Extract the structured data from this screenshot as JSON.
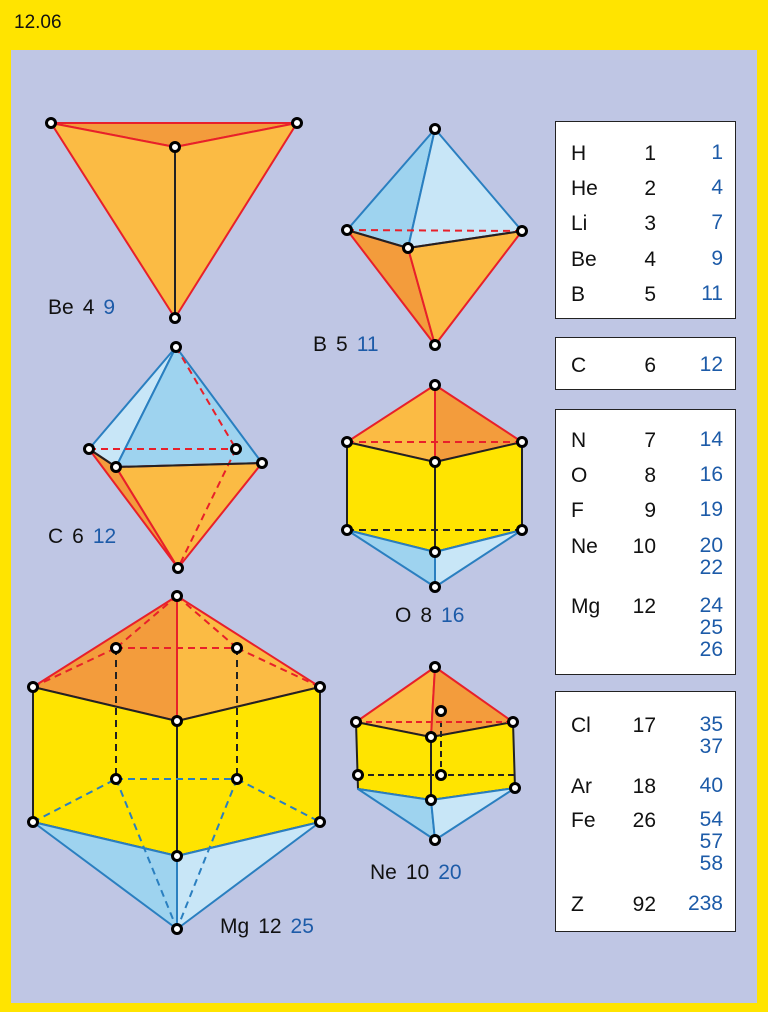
{
  "figure_number": "12.06",
  "shapes": [
    {
      "symbol": "Be",
      "z": "4",
      "mass": "9"
    },
    {
      "symbol": "B",
      "z": "5",
      "mass": "11"
    },
    {
      "symbol": "C",
      "z": "6",
      "mass": "12"
    },
    {
      "symbol": "O",
      "z": "8",
      "mass": "16"
    },
    {
      "symbol": "Mg",
      "z": "12",
      "mass": "25"
    },
    {
      "symbol": "Ne",
      "z": "10",
      "mass": "20"
    }
  ],
  "tables": [
    {
      "rows": [
        {
          "symbol": "H",
          "z": "1",
          "masses": [
            "1"
          ]
        },
        {
          "symbol": "He",
          "z": "2",
          "masses": [
            "4"
          ]
        },
        {
          "symbol": "Li",
          "z": "3",
          "masses": [
            "7"
          ]
        },
        {
          "symbol": "Be",
          "z": "4",
          "masses": [
            "9"
          ]
        },
        {
          "symbol": "B",
          "z": "5",
          "masses": [
            "11"
          ]
        }
      ]
    },
    {
      "rows": [
        {
          "symbol": "C",
          "z": "6",
          "masses": [
            "12"
          ]
        }
      ]
    },
    {
      "rows": [
        {
          "symbol": "N",
          "z": "7",
          "masses": [
            "14"
          ]
        },
        {
          "symbol": "O",
          "z": "8",
          "masses": [
            "16"
          ]
        },
        {
          "symbol": "F",
          "z": "9",
          "masses": [
            "19"
          ]
        },
        {
          "symbol": "Ne",
          "z": "10",
          "masses": [
            "20",
            "22"
          ]
        },
        {
          "symbol": "Mg",
          "z": "12",
          "masses": [
            "24",
            "25",
            "26"
          ]
        }
      ]
    },
    {
      "rows": [
        {
          "symbol": "Cl",
          "z": "17",
          "masses": [
            "35",
            "37"
          ]
        },
        {
          "symbol": "Ar",
          "z": "18",
          "masses": [
            "40"
          ]
        },
        {
          "symbol": "Fe",
          "z": "26",
          "masses": [
            "54",
            "57",
            "58"
          ]
        },
        {
          "symbol": "Z",
          "z": "92",
          "masses": [
            "238"
          ]
        }
      ]
    }
  ],
  "colors": {
    "frame": "#ffe400",
    "panel": "#bfc6e4",
    "orange_dark": "#f39c3c",
    "orange_light": "#fbbb44",
    "yellow_face": "#ffe400",
    "blue_dark": "#9ed3ef",
    "blue_light": "#c8e6f7",
    "red_edge": "#e8202a",
    "blue_edge": "#2a7fc0",
    "mass_text": "#1d5ba8"
  }
}
